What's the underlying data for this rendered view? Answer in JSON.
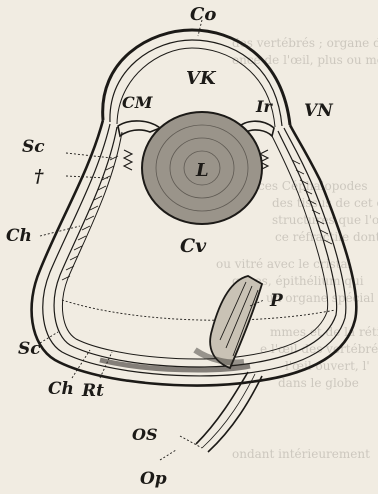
{
  "figure": {
    "labels": {
      "co": "Co",
      "vk": "VK",
      "cm": "CM",
      "ir": "Ir",
      "vn": "VN",
      "sc_upper": "Sc",
      "dagger": "†",
      "l": "L",
      "ch_upper": "Ch",
      "cv": "Cv",
      "p": "P",
      "sc_lower": "Sc",
      "ch_lower": "Ch",
      "rt": "Rt",
      "os": "OS",
      "op": "Op"
    },
    "show_through_text": [
      "des vertébrés ; organe de",
      "ence de l'œil, plus ou moins",
      "ces Céphalopodes",
      "des tissus de cet œil",
      "structures que l'on re",
      "ce réfractile dont",
      "ou vitré avec le cristal",
      "ganes, épithélium qui",
      "un organe spécial",
      "mmes et de la rétine",
      "e l'œil des vertébrés",
      "l'œil ouvert, l'",
      "dans le globe",
      "ondant intérieurement"
    ]
  }
}
